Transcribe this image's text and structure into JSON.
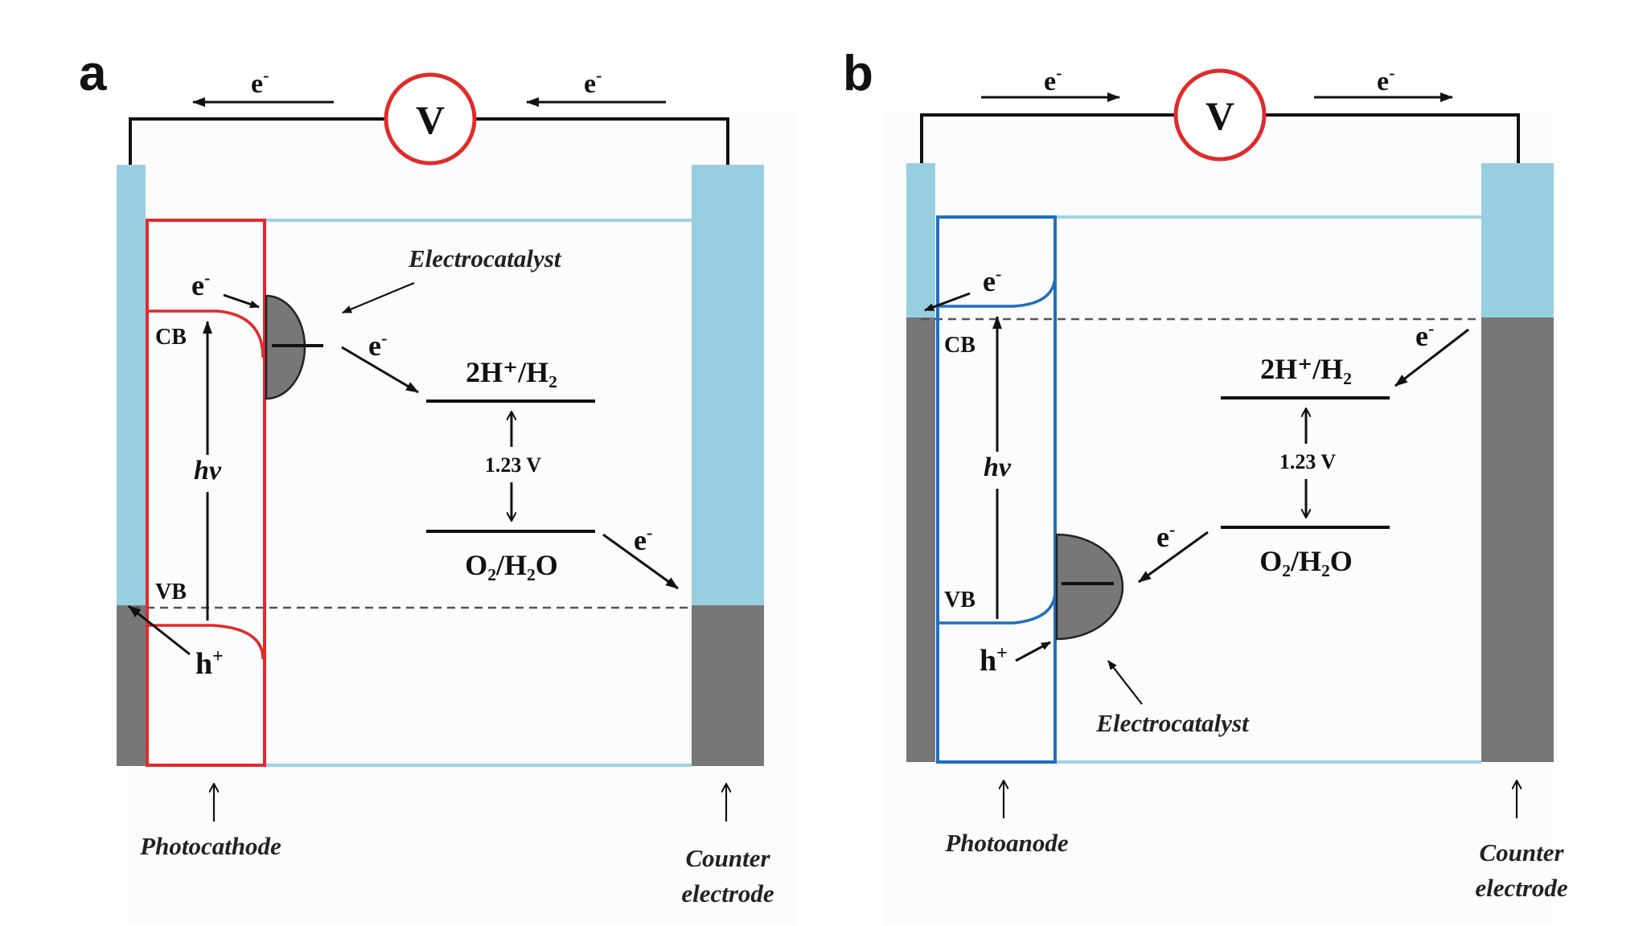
{
  "colors": {
    "electrode_blue": "#98cfe0",
    "electrode_gray": "#777777",
    "electrolyte_outline": "#9fd3e5",
    "photocathode_outline": "#e02b2b",
    "photoanode_outline": "#1f6fbf",
    "voltmeter": "#e02b2b",
    "wire": "#111111",
    "catalyst_fill": "#7a7a7a",
    "panel_bg": "#fcfbfd"
  },
  "panel_a": {
    "label": "a",
    "voltmeter": "V",
    "wire_e_left": "e",
    "wire_e_right": "e",
    "sup_minus": "-",
    "electrocatalyst": "Electrocatalyst",
    "e_top": "e",
    "e_catalyst": "e",
    "cb": "CB",
    "vb": "VB",
    "hv": "hν",
    "h_plus": "h",
    "sup_plus": "+",
    "level_top": "2H⁺/H₂",
    "level_bottom": "O₂/H₂O",
    "voltage": "1.23 V",
    "e_right": "e",
    "label_left": "Photocathode",
    "label_right_1": "Counter",
    "label_right_2": "electrode"
  },
  "panel_b": {
    "label": "b",
    "voltmeter": "V",
    "wire_e_left": "e",
    "wire_e_right": "e",
    "sup_minus": "-",
    "e_top": "e",
    "cb": "CB",
    "vb": "VB",
    "hv": "hν",
    "h_plus": "h",
    "sup_plus": "+",
    "e_counter": "e",
    "level_top": "2H⁺/H₂",
    "level_bottom": "O₂/H₂O",
    "voltage": "1.23 V",
    "e_catalyst": "e",
    "electrocatalyst": "Electrocatalyst",
    "label_left": "Photoanode",
    "label_right_1": "Counter",
    "label_right_2": "electrode"
  }
}
